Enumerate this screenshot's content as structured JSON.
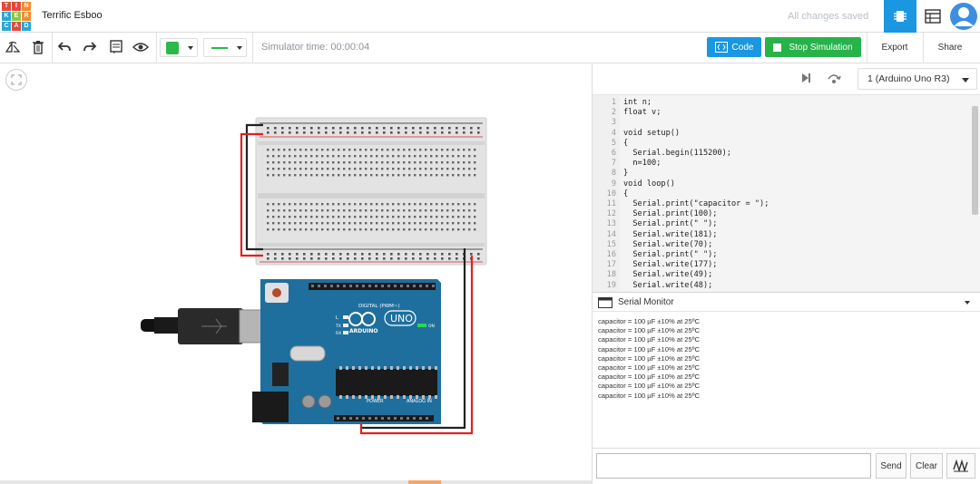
{
  "app": {
    "logo_letters": [
      "T",
      "I",
      "N",
      "K",
      "E",
      "R",
      "C",
      "A",
      "D"
    ],
    "logo_colors": [
      "#e04a3c",
      "#e04a3c",
      "#f08c2e",
      "#2aa6d8",
      "#8fc543",
      "#f08c2e",
      "#2aa6d8",
      "#e04a3c",
      "#2aa6d8"
    ],
    "project_title": "Terrific Esboo",
    "save_status": "All changes saved"
  },
  "toolbar": {
    "simulator_time": "Simulator time: 00:00:04",
    "code_label": "Code",
    "stop_label": "Stop Simulation",
    "export_label": "Export",
    "share_label": "Share",
    "color_value": "#2db84a"
  },
  "code_panel": {
    "device_select": "1 (Arduino Uno R3)",
    "lines": [
      {
        "n": "1",
        "text": "int n;"
      },
      {
        "n": "2",
        "text": "float v;"
      },
      {
        "n": "3",
        "text": ""
      },
      {
        "n": "4",
        "text": "void setup()"
      },
      {
        "n": "5",
        "text": "{"
      },
      {
        "n": "6",
        "text": "  Serial.begin(115200);"
      },
      {
        "n": "7",
        "text": "  n=100;"
      },
      {
        "n": "8",
        "text": "}"
      },
      {
        "n": "9",
        "text": "void loop()"
      },
      {
        "n": "10",
        "text": "{"
      },
      {
        "n": "11",
        "text": "  Serial.print(\"capacitor = \");"
      },
      {
        "n": "12",
        "text": "  Serial.print(100);"
      },
      {
        "n": "13",
        "text": "  Serial.print(\" \");"
      },
      {
        "n": "14",
        "text": "  Serial.write(181);"
      },
      {
        "n": "15",
        "text": "  Serial.write(70);"
      },
      {
        "n": "16",
        "text": "  Serial.print(\" \");"
      },
      {
        "n": "17",
        "text": "  Serial.write(177);"
      },
      {
        "n": "18",
        "text": "  Serial.write(49);"
      },
      {
        "n": "19",
        "text": "  Serial.write(48);"
      }
    ]
  },
  "serial_monitor": {
    "title": "Serial Monitor",
    "output_lines": [
      "capacitor = 100 µF ±10% at 25ºC",
      "capacitor = 100 µF ±10% at 25ºC",
      "capacitor = 100 µF ±10% at 25ºC",
      "capacitor = 100 µF ±10% at 25ºC",
      "capacitor = 100 µF ±10% at 25ºC",
      "capacitor = 100 µF ±10% at 25ºC",
      "capacitor = 100 µF ±10% at 25ºC",
      "capacitor = 100 µF ±10% at 25ºC",
      "capacitor = 100 µF ±10% at 25ºC"
    ],
    "input_value": "",
    "send_label": "Send",
    "clear_label": "Clear"
  },
  "board": {
    "digital_label": "DIGITAL (PWM~)",
    "arduino_label": "ARDUINO",
    "uno_label": "UNO",
    "power_label": "POWER",
    "analog_label": "ANALOG IN",
    "on_label": "ON",
    "led_labels": [
      "L",
      "TX",
      "RX"
    ]
  }
}
